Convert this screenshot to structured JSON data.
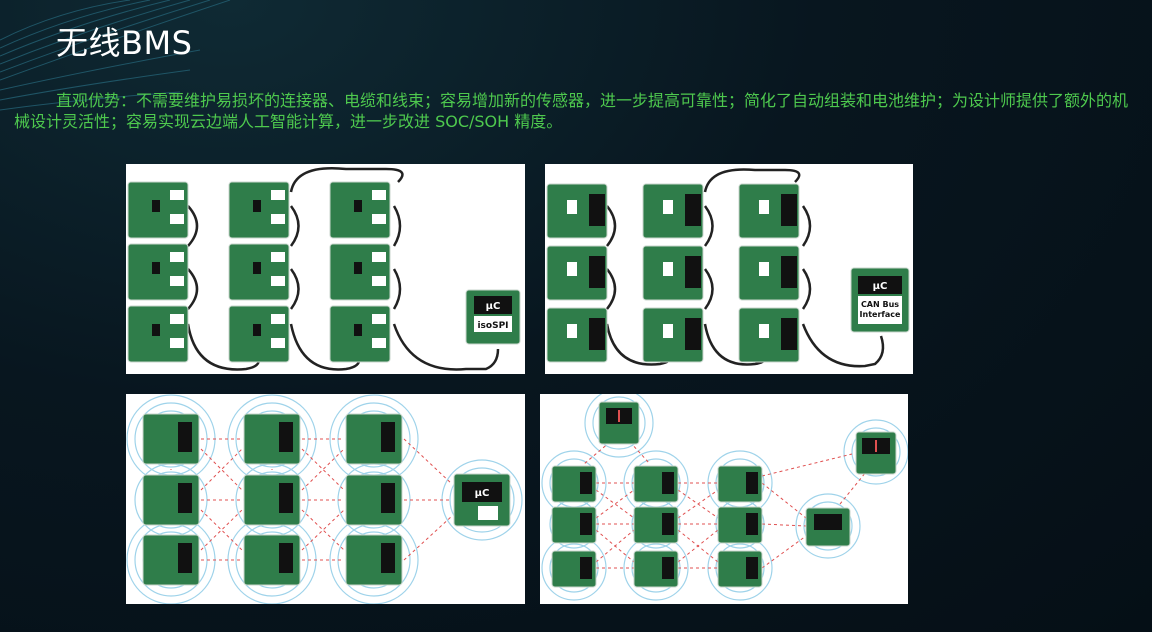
{
  "slide": {
    "title": "无线BMS",
    "description": "直观优势：不需要维护易损坏的连接器、电缆和线束；容易增加新的传感器，进一步提高可靠性；简化了自动组装和电池维护；为设计师提供了额外的机械设计灵活性；容易实现云边端人工智能计算，进一步改进 SOC/SOH 精度。"
  },
  "figures": {
    "wired_isospi": {
      "mcu_label": "μC",
      "interface_label": "isoSPI"
    },
    "wired_can": {
      "mcu_label": "μC",
      "interface_label_line1": "CAN Bus",
      "interface_label_line2": "Interface"
    },
    "wireless_mesh": {
      "mcu_label": "μC"
    }
  },
  "colors": {
    "accent_green": "#4ec94e",
    "board_green": "#2f7d4a",
    "wireless_ring": "#9fd3ea",
    "link_red": "#e05050"
  }
}
